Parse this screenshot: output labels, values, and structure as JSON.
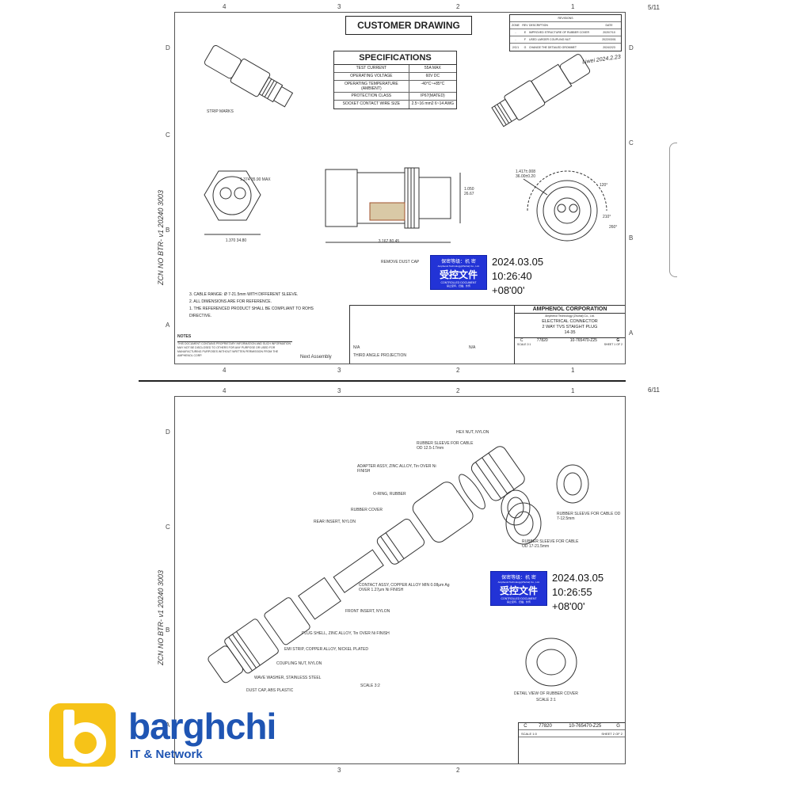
{
  "sheet1": {
    "title": "CUSTOMER DRAWING",
    "specs_title": "SPECIFICATIONS",
    "specs": [
      {
        "k": "TEST CURRENT",
        "v": "55A MAX"
      },
      {
        "k": "OPERATING VOLTAGE",
        "v": "60V DC"
      },
      {
        "k": "OPERATING TEMPERATURE (AMBIENT)",
        "v": "-40°C~+85°C"
      },
      {
        "k": "PROTECTION CLASS",
        "v": "IP67(MATED)"
      },
      {
        "k": "SOCKET CONTACT WIRE SIZE",
        "v": "2.5~16 mm2 6~14 AWG"
      }
    ],
    "revisions_title": "REVISIONS",
    "revisions_head": [
      "ZONE",
      "REV",
      "DESCRIPTION",
      "DATE"
    ],
    "revisions": [
      {
        "zone": "-",
        "rev": "E",
        "desc": "IMPROVED STRUCTURE OF RUBBER COVER",
        "date": "2020/7/10"
      },
      {
        "zone": "-",
        "rev": "F",
        "desc": "USED LARGER COUPLING NUT",
        "date": "2022/03/01"
      },
      {
        "zone": "2/C/1",
        "rev": "G",
        "desc": "CHANGE THE DETAILED GROMMET",
        "date": "2024/2/23"
      }
    ],
    "labels": {
      "strip_marks": "STRIP MARKS",
      "remove_dust_cap": "REMOVE DUST CAP",
      "dim1": "1.374 35.90 MAX",
      "dim2": "1.370 34.80",
      "dim3": "3.167 80.45",
      "dim4": "1.050 26.67",
      "dim5": "1.417±.008 36.00±0.20",
      "a1": "120°",
      "a2": "210°",
      "a3": "260°"
    },
    "notes": [
      "3.  CABLE RANGE: Ø 7-21.5mm WITH DIFFERENT SLEEVE.",
      "2.  ALL DIMENSIONS ARE FOR REFERENCE.",
      "1.  THE REFERENCED PRODUCT SHALL BE COMPLIANT TO ROHS DIRECTIVE."
    ],
    "notes_title": "NOTES",
    "proprietary": "THIS DOCUMENT CONTAINS PROPRIETARY INFORMATION AND SUCH INFORMATION MAY NOT BE DISCLOSED TO OTHERS FOR ANY PURPOSE OR USED FOR MANUFACTURING PURPOSES WITHOUT WRITTEN PERMISSION FROM THE AMPHENOL CORP.",
    "next_assembly": "Next Assembly",
    "corp_name": "AMPHENOL CORPORATION",
    "corp_addr": "Amphenol Technology (Zhuhai) Co., Ltd.",
    "product_1": "ELECTRICAL CONNECTOR",
    "product_2": "2 WAY TVS STAIGHT PLUG",
    "product_3": "14-35",
    "size": "C",
    "cage": "77820",
    "doc_no": "10-765470-Z25",
    "rev": "G",
    "scale": "SCALE 2:1",
    "sheet": "SHEET 1 OF 2",
    "material": "N/A",
    "finish": "N/A",
    "third_angle": "THIRD ANGLE PROJECTION",
    "stamp": {
      "line1": "保密等级：机 密",
      "line2": "Amphenol Technology(Zhuhai) Co., Ltd.",
      "line3": "受控文件",
      "line4": "CONTROLLED DOCUMENT",
      "line5": "禁止复印、扫描、外传"
    },
    "timestamp": [
      "2024.03.05",
      "10:26:40",
      "+08'00'"
    ],
    "corner": "5/11",
    "handwriting_top": "Liwei 2024.2.23",
    "handwriting_side": "ZCN  NO  BTR-  v1  20240 3003"
  },
  "sheet2": {
    "labels": [
      "HEX NUT, NYLON",
      "RUBBER SLEEVE FOR CABLE OD 12.5-17mm",
      "ADAPTER ASSY, ZINC ALLOY, Tin OVER Ni FINISH",
      "O-RING, RUBBER",
      "RUBBER COVER",
      "REAR INSERT, NYLON",
      "RUBBER SLEEVE FOR CABLE OD 7-12.5mm",
      "RUBBER SLEEVE FOR CABLE OD 17-21.5mm",
      "CONTACT ASSY, COPPER ALLOY MIN 0.08μm Ag OVER 1.27μm Ni FINISH",
      "FRONT INSERT, NYLON",
      "PLUG SHELL, ZINC ALLOY, Tin OVER Ni FINISH",
      "EMI STRIP, COPPER ALLOY, NICKEL PLATED",
      "COUPLING NUT, NYLON",
      "WAVE WASHER, STAINLESS STEEL",
      "DUST CAP, ABS PLASTIC"
    ],
    "scale_main": "SCALE 3:2",
    "detail": "DETAIL VIEW OF RUBBER COVER",
    "detail_scale": "SCALE 2:1",
    "timestamp": [
      "2024.03.05",
      "10:26:55",
      "+08'00'"
    ],
    "corner": "6/11",
    "size": "C",
    "cage": "77820",
    "doc_no": "10-765470-Z25",
    "rev": "G",
    "scale": "SCALE 1:0",
    "sheet": "SHEET 2 OF 2"
  },
  "zones_top": [
    "4",
    "3",
    "2",
    "1"
  ],
  "zones_side": [
    "D",
    "C",
    "B",
    "A"
  ],
  "logo": {
    "name": "barghchi",
    "tagline": "IT & Network"
  },
  "colors": {
    "stamp": "#2233d6",
    "logo_yellow": "#f6c318",
    "logo_blue": "#1f55b3"
  }
}
